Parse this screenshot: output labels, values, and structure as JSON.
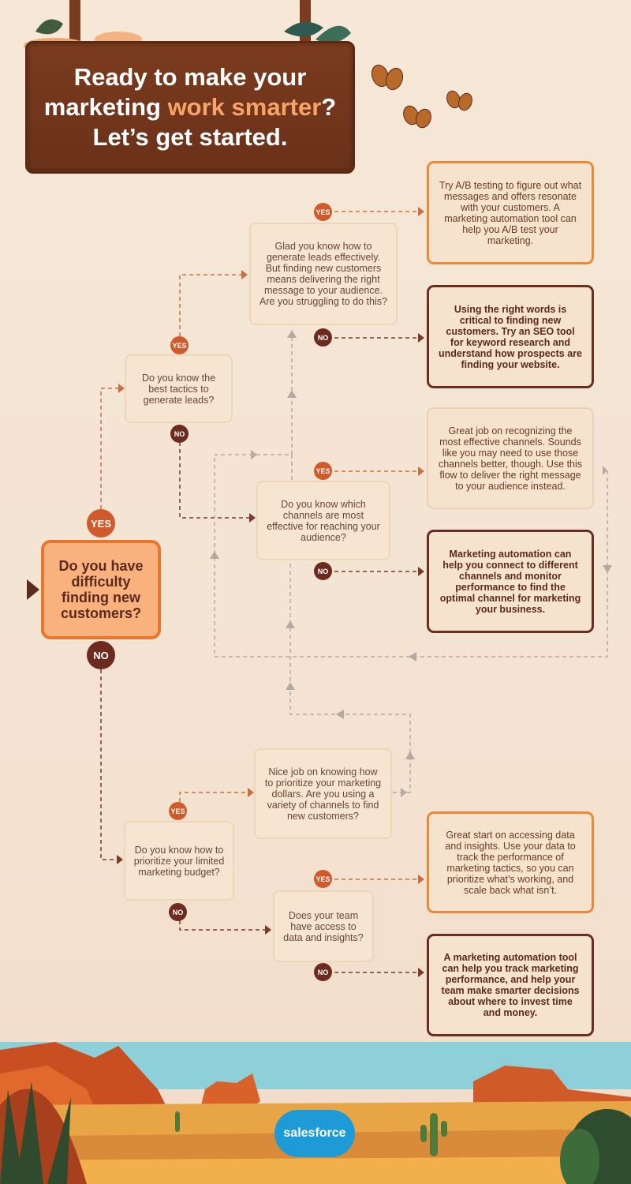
{
  "header": {
    "line1": "Ready to make your",
    "line2_pre": "marketing ",
    "line2_highlight": "work smarter",
    "line2_post": "?",
    "line3": "Let’s get started."
  },
  "start_question": "Do you have difficulty finding new customers?",
  "labels": {
    "yes": "YES",
    "no": "NO"
  },
  "questions": {
    "generate_leads": "Do you know the best tactics to generate leads?",
    "right_message": "Glad you know how to generate leads effectively. But finding new customers means delivering the right message to your audience. Are you struggling to do this?",
    "channels": "Do you know which channels are most effective for reaching your audience?",
    "budget": "Do you know how to prioritize your limited marketing budget?",
    "variety": "Nice job on knowing how to prioritize your marketing dollars. Are you using a variety of channels to find new customers?",
    "data": "Does your team have access to data and insights?"
  },
  "answers": {
    "ab_testing": "Try A/B testing to figure out what messages and offers resonate with your customers. A marketing automation tool can help you A/B test your marketing.",
    "seo": "Using the right words is critical to finding new customers. Try an SEO tool for keyword research and understand how prospects are finding your website.",
    "channels_better": "Great job on recognizing the most effective channels. Sounds like you may need to use those channels better, though. Use this flow to deliver the right message to your audience instead.",
    "automation_channels": "Marketing automation can help you connect to different channels and monitor performance to find the optimal channel for marketing your business.",
    "data_insights": "Great start on accessing data and insights. Use your data to track the performance of marketing tactics, so you can prioritize what’s working, and scale back what isn’t.",
    "automation_track": "A marketing automation tool can help you track marketing performance, and help your team make smarter decisions about where to invest time and money."
  },
  "logo": "salesforce",
  "colors": {
    "sign_wood": "#6a311a",
    "highlight": "#f7a46a",
    "start_fill": "#f9b27e",
    "orange_border": "#e88a3c",
    "dark_border": "#6a2e22",
    "yes_badge": "#cf5a2c",
    "no_badge": "#6d2b20",
    "connector_orange": "#c9703f",
    "connector_dark": "#7a3a24",
    "connector_gray": "#b5a9a2",
    "sky": "#8dd0d9",
    "desert_rock": "#d9622a",
    "sand": "#e8a545",
    "salesforce_blue": "#1e9bd7"
  }
}
